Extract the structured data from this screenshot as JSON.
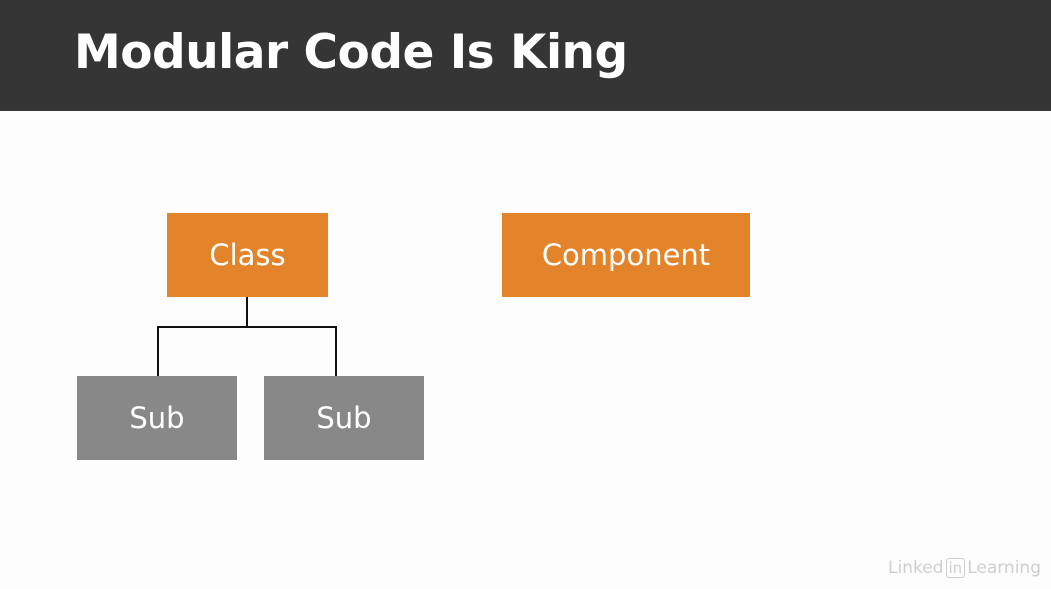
{
  "slide": {
    "title": "Modular Code Is King"
  },
  "diagram": {
    "class_label": "Class",
    "component_label": "Component",
    "sub_left_label": "Sub",
    "sub_right_label": "Sub"
  },
  "watermark": {
    "brand_left": "Linked",
    "brand_in": "in",
    "brand_right": "Learning"
  },
  "colors": {
    "title_bar": "#353535",
    "orange": "#e3832a",
    "gray": "#888888",
    "connector": "#111111"
  }
}
